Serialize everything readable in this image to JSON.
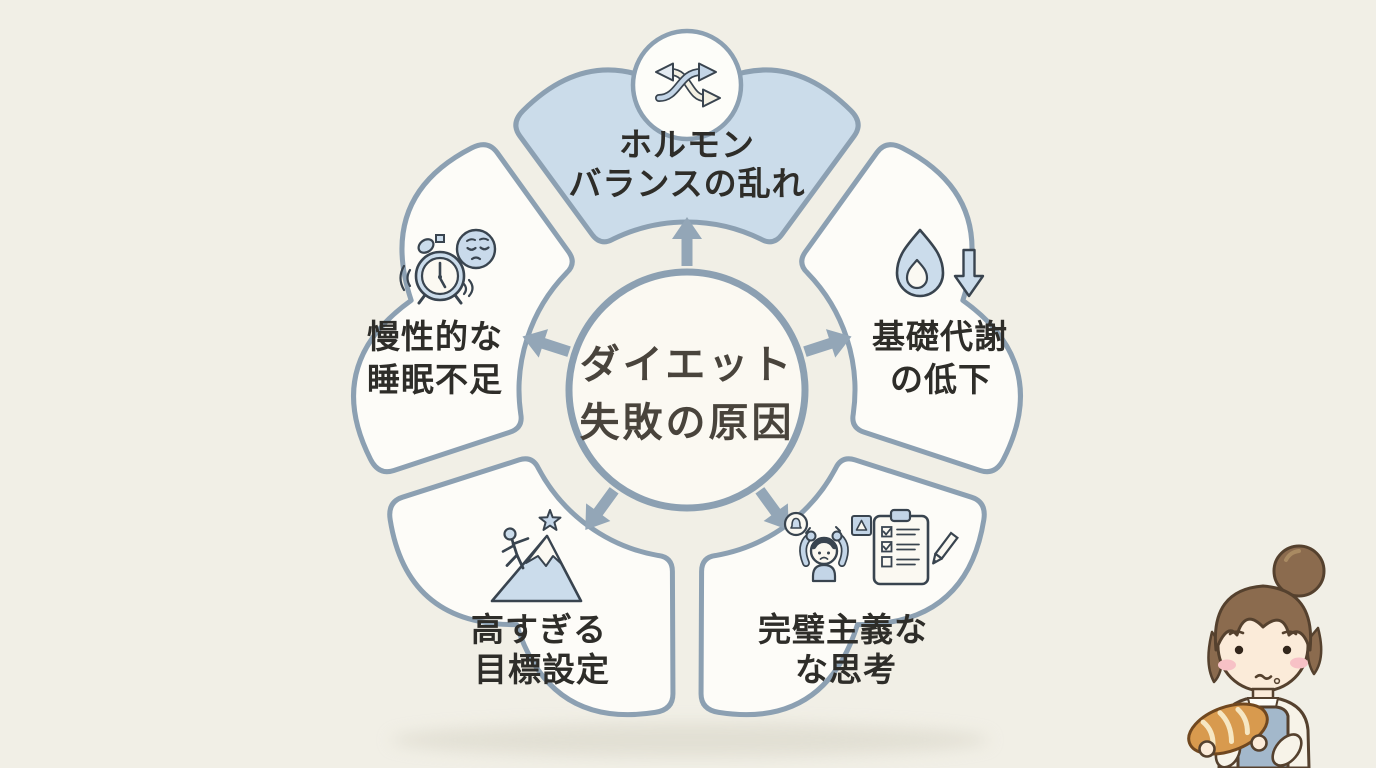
{
  "diagram": {
    "center_label": {
      "line1": "ダイエット",
      "line2": "失敗の原因"
    },
    "segments": [
      {
        "name": "hormone-balance",
        "line1": "ホルモン",
        "line2": "バランスの乱れ",
        "icon": "shuffle-arrows-icon",
        "highlighted": true
      },
      {
        "name": "basal-metabolism",
        "line1": "基礎代謝",
        "line2": "の低下",
        "icon": "flame-decrease-icon",
        "highlighted": false
      },
      {
        "name": "perfectionism",
        "line1": "完璧主義な",
        "line2": "な思考",
        "icon": "stressed-person-checklist-icon",
        "highlighted": false
      },
      {
        "name": "too-high-goals",
        "line1": "高すぎる",
        "line2": "目標設定",
        "icon": "mountain-climber-icon",
        "highlighted": false
      },
      {
        "name": "sleep-deprivation",
        "line1": "慢性的な",
        "line2": "睡眠不足",
        "icon": "alarm-clock-sleepy-face-icon",
        "highlighted": false
      }
    ],
    "colors": {
      "background": "#F1EFE6",
      "petal_fill": "#FDFCF8",
      "petal_highlight_fill": "#CBDCEA",
      "outline": "#8CA0B2",
      "arrow": "#93A6B7",
      "label_text": "#2E2D29",
      "center_text": "#49443C",
      "icon_line": "#39444F",
      "icon_blue": "#CBDCEB"
    }
  }
}
